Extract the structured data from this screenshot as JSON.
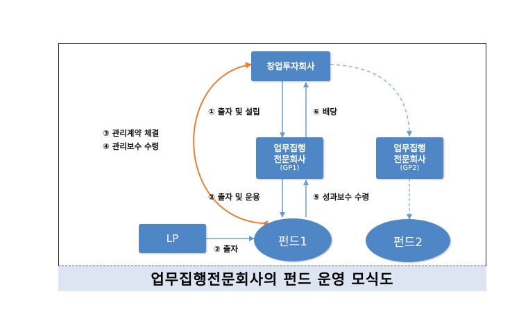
{
  "nodes": {
    "startup_company": "창업투자회사",
    "gp1_line1": "업무집행",
    "gp1_line2": "전문회사",
    "gp1_sub": "(GP1)",
    "gp2_line1": "업무집행",
    "gp2_line2": "전문회사",
    "gp2_sub": "(GP2)",
    "lp": "LP",
    "fund1": "펀드1",
    "fund2": "펀드2"
  },
  "labels": {
    "step1": "① 출자 및 설립",
    "step6": "⑥ 배당",
    "step3": "③ 관리계약 체결",
    "step4": "④ 관리보수 수령",
    "step2a": "② 출자 및 운용",
    "step5": "⑤ 성과보수 수령",
    "step2b": "② 출자"
  },
  "caption": "업무집행전문회사의 펀드 운영 모식도",
  "colors": {
    "node": "#4f86c6",
    "arrow_blue": "#6b9bd1",
    "arrow_orange": "#ed7d31",
    "caption_bg": "#dde4f2"
  }
}
